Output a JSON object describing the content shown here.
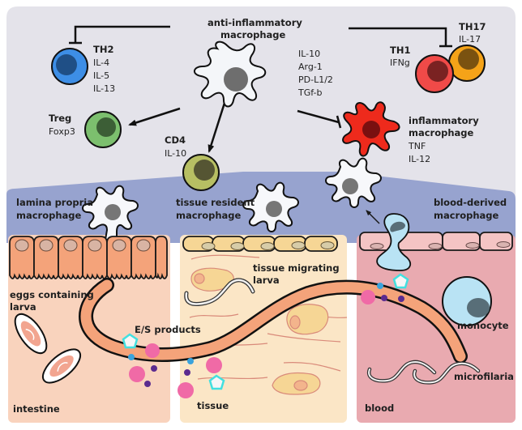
{
  "colors": {
    "top_panel": "#e4e3ea",
    "macrophage_band": "#97a3cf",
    "intestine": "#f9d3bd",
    "tissue": "#fbe6c6",
    "blood": "#e9aab0",
    "worm": "#f4a37a",
    "th2": "#3d8ee6",
    "treg": "#7cbf6e",
    "cd4": "#b7bf63",
    "th1": "#f04a48",
    "th17": "#f5a318",
    "inflammatory_macrophage": "#ee2a1c",
    "monocyte": "#b9e3f4",
    "es_pink": "#f06aa6",
    "es_purple": "#5b2b8f",
    "es_blue": "#3aa3dc",
    "es_pentagon": "#42e0e0"
  },
  "cells": {
    "anti_inflammatory": {
      "title_line1": "anti-inflammatory",
      "title_line2": "macrophage",
      "markers": [
        "IL-10",
        "Arg-1",
        "PD-L1/2",
        "TGf-b"
      ]
    },
    "th2": {
      "title": "TH2",
      "markers": [
        "IL-4",
        "IL-5",
        "IL-13"
      ]
    },
    "treg": {
      "title": "Treg",
      "markers": [
        "Foxp3"
      ]
    },
    "cd4": {
      "title": "CD4",
      "markers": [
        "IL-10"
      ]
    },
    "th1": {
      "title": "TH1",
      "markers": [
        "IFNg"
      ]
    },
    "th17": {
      "title": "TH17",
      "markers": [
        "IL-17"
      ]
    },
    "inflammatory": {
      "title_line1": "inflammatory",
      "title_line2": "macrophage",
      "markers": [
        "TNF",
        "IL-12"
      ]
    }
  },
  "macrophage_labels": {
    "lamina_propria": [
      "lamina propria",
      "macrophage"
    ],
    "tissue_resident": [
      "tissue resident",
      "macrophage"
    ],
    "blood_derived": [
      "blood-derived",
      "macrophage"
    ]
  },
  "compartments": {
    "intestine": {
      "label": "intestine",
      "eggs_label": [
        "eggs containing",
        "larva"
      ],
      "es_label": "E/S products"
    },
    "tissue": {
      "label": "tissue",
      "larva_label": [
        "tissue migrating",
        "larva"
      ]
    },
    "blood": {
      "label": "blood",
      "monocyte_label": "monocyte",
      "microfilaria_label": "microfilaria"
    }
  },
  "relations": [
    {
      "from": "anti-inflammatory macrophage",
      "to": "TH2",
      "type": "inhibit"
    },
    {
      "from": "anti-inflammatory macrophage",
      "to": "TH1/TH17",
      "type": "inhibit"
    },
    {
      "from": "anti-inflammatory macrophage",
      "to": "Treg",
      "type": "induce"
    },
    {
      "from": "anti-inflammatory macrophage",
      "to": "CD4",
      "type": "induce"
    },
    {
      "from": "anti-inflammatory macrophage",
      "to": "inflammatory macrophage",
      "type": "inhibit"
    },
    {
      "from": "monocyte",
      "to": "blood-derived macrophage",
      "type": "differentiate"
    }
  ]
}
